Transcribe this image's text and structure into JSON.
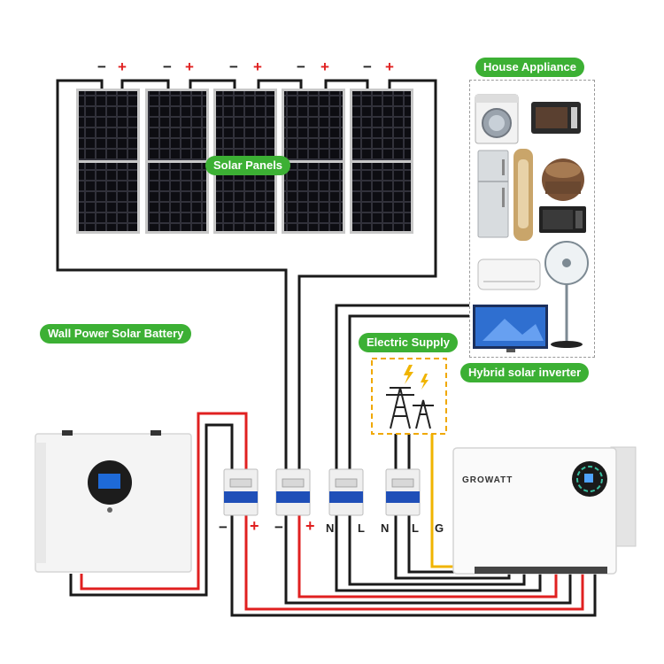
{
  "colors": {
    "label_bg": "#3cb034",
    "wire_black": "#1a1a1a",
    "wire_red": "#e02020",
    "wire_yellow": "#f0b400",
    "breaker_blue": "#1f4fb8"
  },
  "labels": {
    "house_appliance": "House Appliance",
    "solar_panels": "Solar Panels",
    "wall_battery": "Wall Power Solar Battery",
    "electric_supply": "Electric Supply",
    "hybrid_inverter": "Hybrid solar inverter"
  },
  "panel_polarity": {
    "minus": "−",
    "plus": "+"
  },
  "breaker_terminals": [
    "−",
    "+",
    "−",
    "+",
    "N",
    "L",
    "N",
    "L",
    "G"
  ],
  "inverter_brand": "GROWATT",
  "icons": {
    "appliances": [
      "washing-machine-icon",
      "microwave-oven-icon",
      "refrigerator-icon",
      "tower-fan-icon",
      "rice-cooker-icon",
      "microwave-icon",
      "air-conditioner-icon",
      "standing-fan-icon",
      "television-icon"
    ],
    "grid": "transmission-tower-icon",
    "lightning": "lightning-bolt-icon"
  }
}
